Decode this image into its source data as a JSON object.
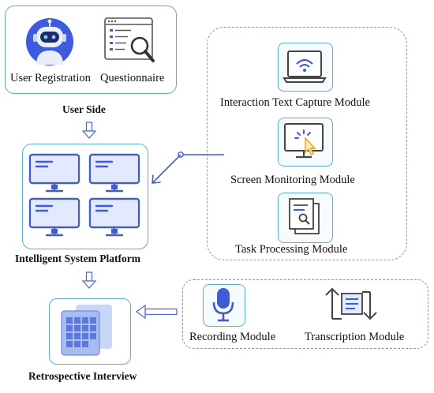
{
  "user_side": {
    "label": "User Side",
    "registration_label": "User Registration",
    "questionnaire_label": "Questionnaire"
  },
  "platform": {
    "label": "Intelligent System Platform"
  },
  "capture_modules": {
    "interaction_label": "Interaction Text Capture Module",
    "screen_label": "Screen Monitoring Module",
    "task_label": "Task Processing Module"
  },
  "interview_modules": {
    "recording_label": "Recording Module",
    "transcription_label": "Transcription Module"
  },
  "retrospective": {
    "label": "Retrospective Interview"
  },
  "colors": {
    "teal_border": "#5ab0c4",
    "dash_border": "#8a93b8",
    "accent_blue": "#3f5bd6",
    "arrow_blue": "#4f6fd6"
  }
}
